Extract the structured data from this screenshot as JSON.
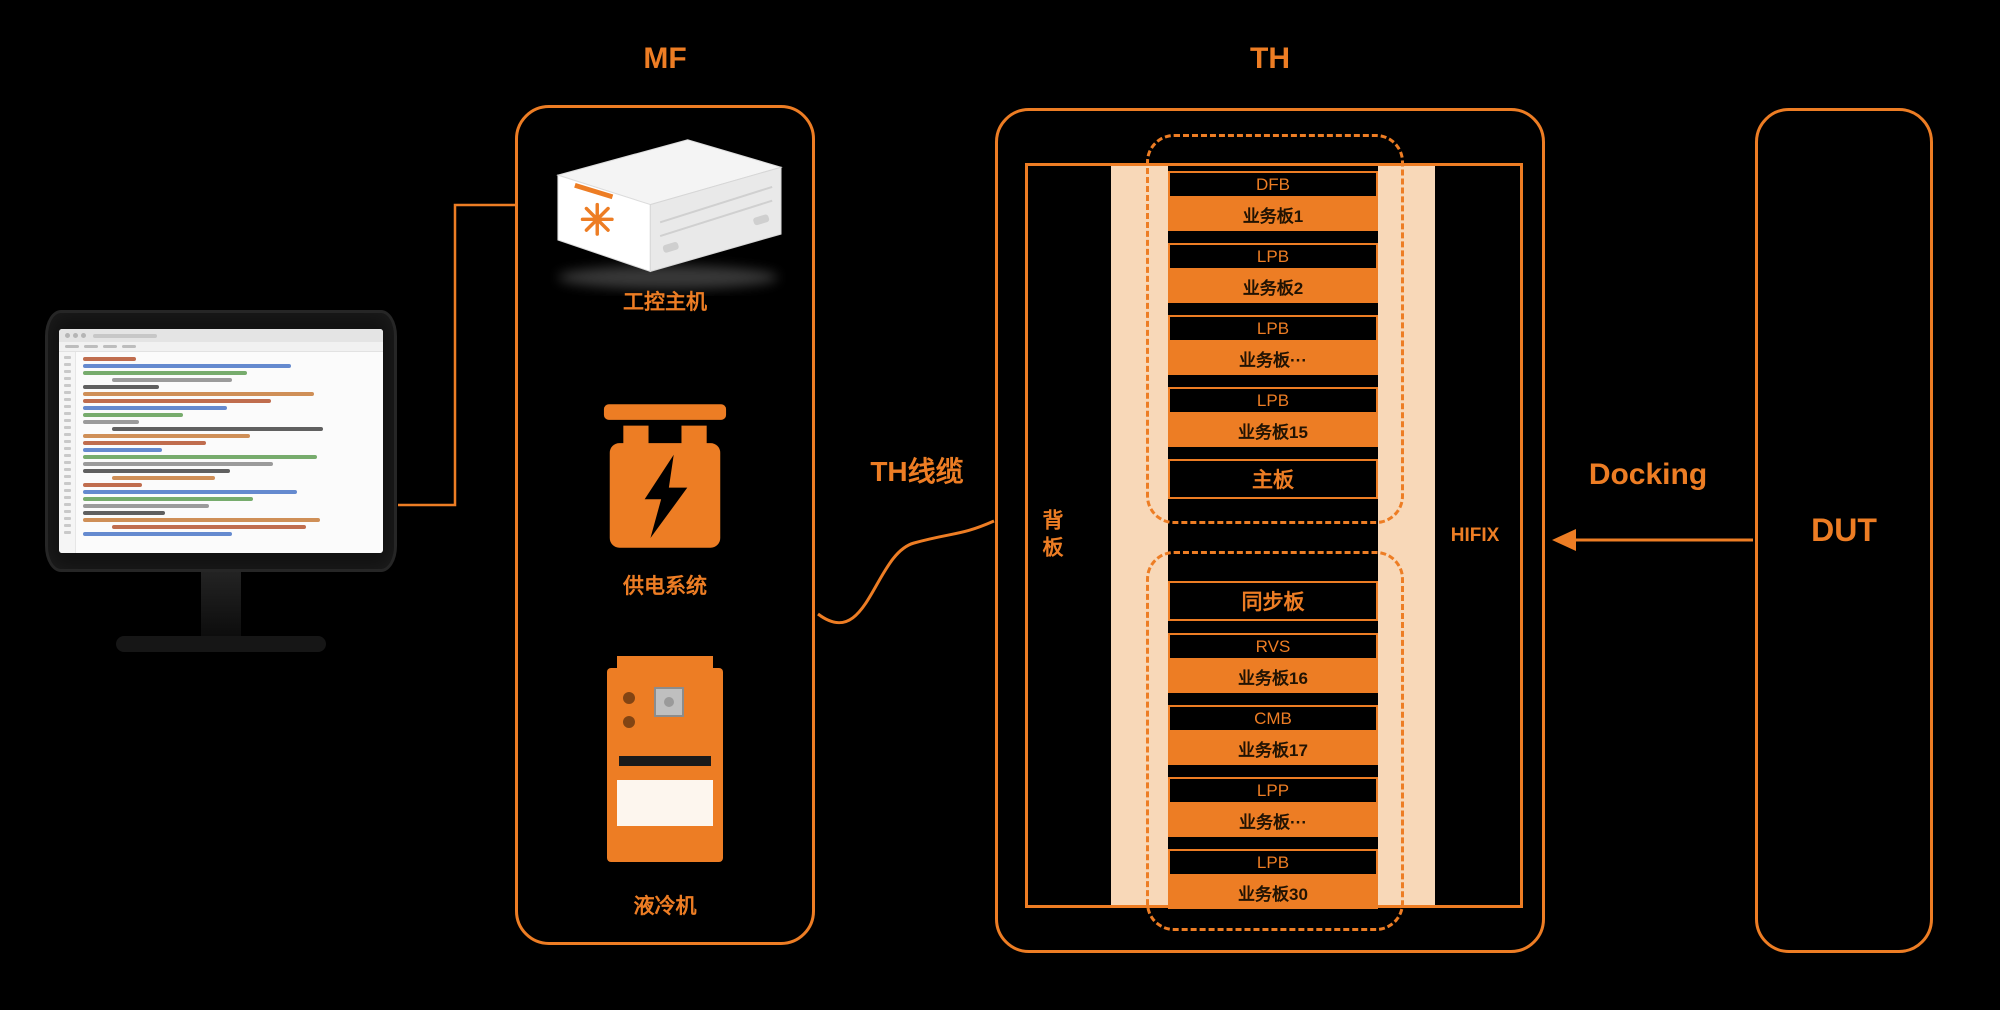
{
  "colors": {
    "accent": "#ED7D24",
    "strip": "#F8D8B8",
    "background": "#000000"
  },
  "mf": {
    "title": "MF",
    "host_label": "工控主机",
    "power_label": "供电系统",
    "cooler_label": "液冷机"
  },
  "cable_label": "TH线缆",
  "th": {
    "title": "TH",
    "backplane_label": "背板",
    "hifix_label": "HIFIX",
    "mainboard_label": "主板",
    "syncboard_label": "同步板",
    "upper_boards": [
      {
        "tag": "DFB",
        "board": "业务板1"
      },
      {
        "tag": "LPB",
        "board": "业务板2"
      },
      {
        "tag": "LPB",
        "board": "业务板···"
      },
      {
        "tag": "LPB",
        "board": "业务板15"
      }
    ],
    "lower_boards": [
      {
        "tag": "RVS",
        "board": "业务板16"
      },
      {
        "tag": "CMB",
        "board": "业务板17"
      },
      {
        "tag": "LPP",
        "board": "业务板···"
      },
      {
        "tag": "LPB",
        "board": "业务板30"
      }
    ]
  },
  "docking_label": "Docking",
  "dut_label": "DUT"
}
